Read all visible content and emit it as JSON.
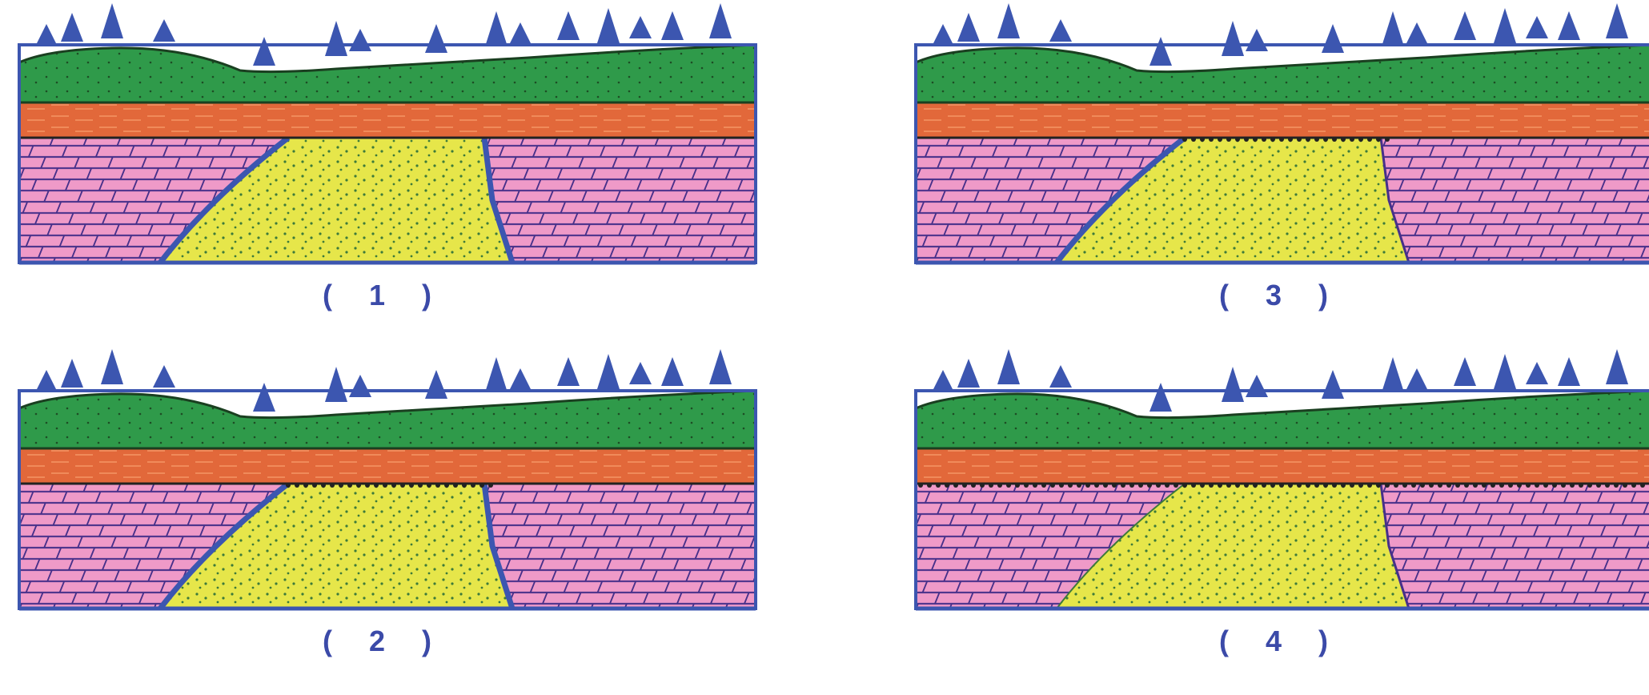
{
  "panels": [
    {
      "id": "1",
      "label": "( 1 )",
      "contacts": {
        "left": "blue",
        "top": "none",
        "right": "blue"
      }
    },
    {
      "id": "2",
      "label": "( 2 )",
      "contacts": {
        "left": "blue",
        "top": "dots",
        "right": "blue"
      }
    },
    {
      "id": "3",
      "label": "( 3 )",
      "contacts": {
        "left": "blue",
        "top": "dots",
        "right": "none"
      }
    },
    {
      "id": "4",
      "label": "( 4 )",
      "contacts": {
        "left": "none",
        "top": "dots",
        "right": "none"
      }
    }
  ],
  "colors": {
    "vegetation": "#2f9a4a",
    "soil": "#e2683a",
    "host_rock": "#ef9ac8",
    "intrusion": "#e6e64a",
    "trees": "#3c56b0",
    "outline": "#3c56b0",
    "caption": "#3b4aa8"
  },
  "icons": {
    "tree": "pine-tree-icon"
  }
}
